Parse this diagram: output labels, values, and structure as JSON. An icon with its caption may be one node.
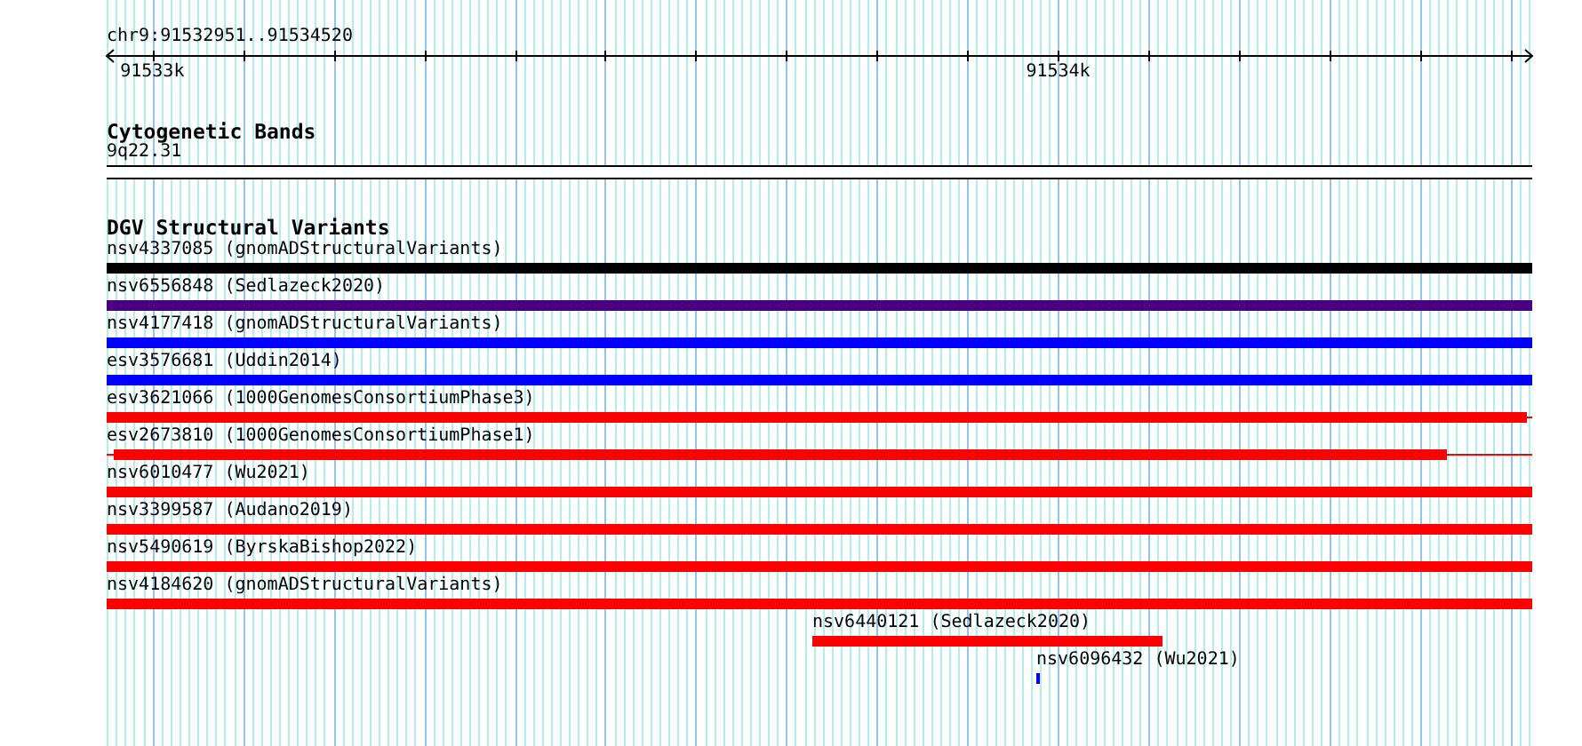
{
  "diagram": {
    "nodes": [
      {
        "text": [
          "9q22.31"
        ]
      },
      {
        "text": [
          "nsv4337085 (gnomADStructuralVariants)"
        ]
      },
      {
        "text": [
          "nsv6556848 (Sedlazeck2020)"
        ]
      },
      {
        "text": [
          "nsv4177418 (gnomADStructuralVariants)"
        ]
      },
      {
        "text": [
          "esv3576681 (Uddin2014)"
        ]
      },
      {
        "text": [
          "esv3621066 (1000GenomesConsortiumPhase3)"
        ]
      },
      {
        "text": [
          "esv2673810 (1000GenomesConsortiumPhase1)"
        ]
      },
      {
        "text": [
          "nsv6010477 (Wu2021)"
        ]
      },
      {
        "text": [
          "nsv3399587 (Audano2019)"
        ]
      },
      {
        "text": [
          "nsv5490619 (ByrskaBishop2022)"
        ]
      },
      {
        "text": [
          "nsv4184620 (gnomADStructuralVariants)"
        ]
      },
      {
        "text": [
          "nsv6440121 (Sedlazeck2020)"
        ]
      },
      {
        "text": [
          "nsv6096432 (Wu2021)"
        ]
      }
    ],
    "labels": [
      "chr9:91532951..91534520",
      "91533k",
      "91534k",
      "Cytogenetic Bands",
      "DGV Structural Variants"
    ]
  }
}
